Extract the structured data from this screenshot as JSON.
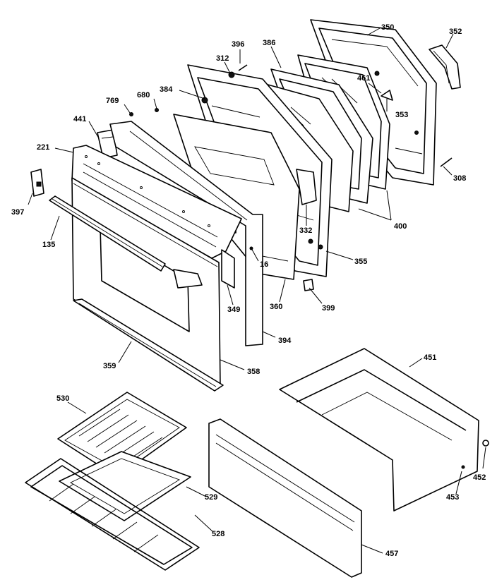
{
  "callouts": {
    "c350": "350",
    "c352": "352",
    "c396": "396",
    "c386": "386",
    "c312": "312",
    "c461": "461",
    "c353": "353",
    "c384": "384",
    "c769": "769",
    "c680": "680",
    "c441": "441",
    "c221": "221",
    "c308": "308",
    "c397": "397",
    "c332": "332",
    "c400": "400",
    "c135": "135",
    "c16": "16",
    "c355": "355",
    "c349": "349",
    "c360": "360",
    "c399": "399",
    "c394": "394",
    "c359": "359",
    "c358": "358",
    "c451": "451",
    "c530": "530",
    "c452": "452",
    "c453": "453",
    "c529": "529",
    "c528": "528",
    "c457": "457"
  }
}
